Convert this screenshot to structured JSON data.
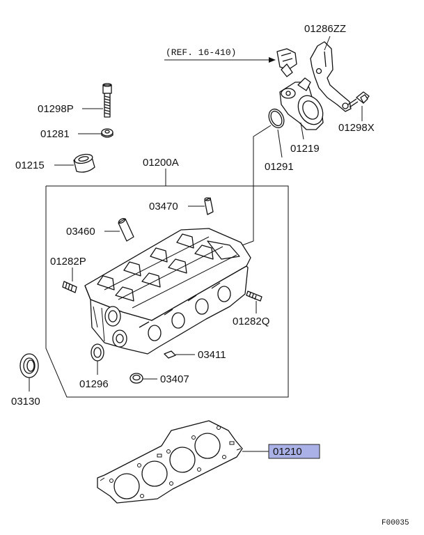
{
  "ref_note": "(REF. 16-410)",
  "labels": {
    "p01286ZZ": "01286ZZ",
    "p01298P": "01298P",
    "p01281": "01281",
    "p01215": "01215",
    "p01200A": "01200A",
    "p01219": "01219",
    "p01298X": "01298X",
    "p01291": "01291",
    "p03470": "03470",
    "p03460": "03460",
    "p01282P": "01282P",
    "p01282Q": "01282Q",
    "p03411": "03411",
    "p01296": "01296",
    "p03407": "03407",
    "p03130": "03130",
    "p01210": "01210"
  },
  "highlighted_part": "01210",
  "highlight_color": "#aab1e6",
  "figure_code": "F00035"
}
